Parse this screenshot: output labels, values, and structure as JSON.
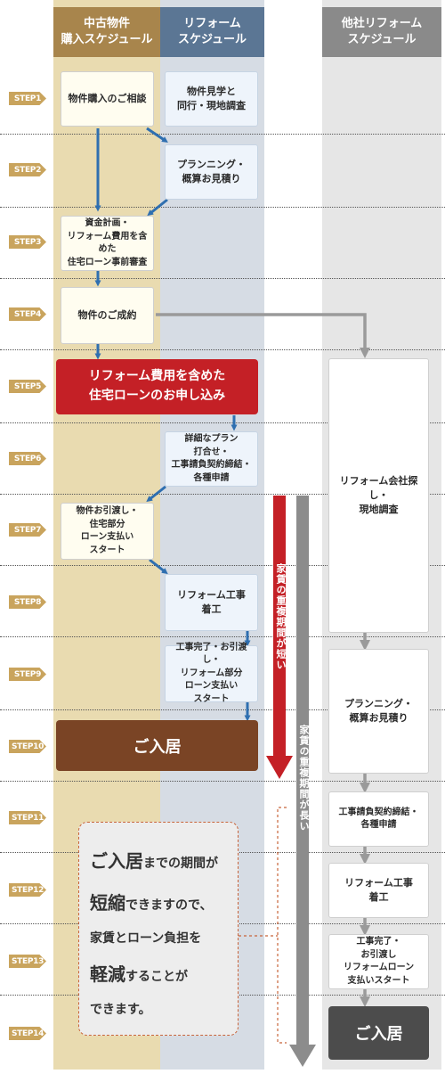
{
  "columns": {
    "purchase": "中古物件\n購入スケジュール",
    "reform": "リフォーム\nスケジュール",
    "other": "他社リフォーム\nスケジュール"
  },
  "steps": [
    "STEP1",
    "STEP2",
    "STEP3",
    "STEP4",
    "STEP5",
    "STEP6",
    "STEP7",
    "STEP8",
    "STEP9",
    "STEP10",
    "STEP11",
    "STEP12",
    "STEP13",
    "STEP14"
  ],
  "purchase_boxes": {
    "consult": "物件購入のご相談",
    "funding": "資金計画・\nリフォーム費用を含めた\n住宅ローン事前審査",
    "contract": "物件のご成約",
    "loan_apply": "リフォーム費用を含めた\n住宅ローンのお申し込み",
    "handover": "物件お引渡し・\n住宅部分\nローン支払い\nスタート",
    "move_in": "ご入居"
  },
  "reform_boxes": {
    "survey": "物件見学と\n同行・現地調査",
    "planning": "プランニング・\n概算お見積り",
    "detail": "詳細なプラン\n打合せ・\n工事請負契約締結・\n各種申請",
    "construction": "リフォーム工事\n着工",
    "completion": "工事完了・お引渡し・\nリフォーム部分\nローン支払い\nスタート"
  },
  "other_boxes": {
    "search": "リフォーム会社探し・\n現地調査",
    "planning": "プランニング・\n概算お見積り",
    "contract": "工事請負契約締結・\n各種申請",
    "construction": "リフォーム工事\n着工",
    "completion": "工事完了・\nお引渡し\nリフォームローン\n支払いスタート",
    "move_in": "ご入居"
  },
  "rent_short": "家賃の重複期間が短い",
  "rent_long": "家賃の重複期間が長い",
  "message": {
    "l1a": "ご入居",
    "l1b": "までの期間が",
    "l2a": "短縮",
    "l2b": "できますので、",
    "l3": "家賃とローン負担を",
    "l4a": "軽減",
    "l4b": "することが",
    "l5": "できます。"
  },
  "colors": {
    "purchase_col": "#e9dbb0",
    "purchase_head": "#a8854c",
    "reform_col": "#d6dce4",
    "reform_head": "#5b7694",
    "other_col": "#e6e6e6",
    "other_head": "#8a8a8a",
    "arrow_blue": "#2f6fb0",
    "red": "#c42026",
    "brown": "#7a4425",
    "dark": "#4c4c4c"
  }
}
